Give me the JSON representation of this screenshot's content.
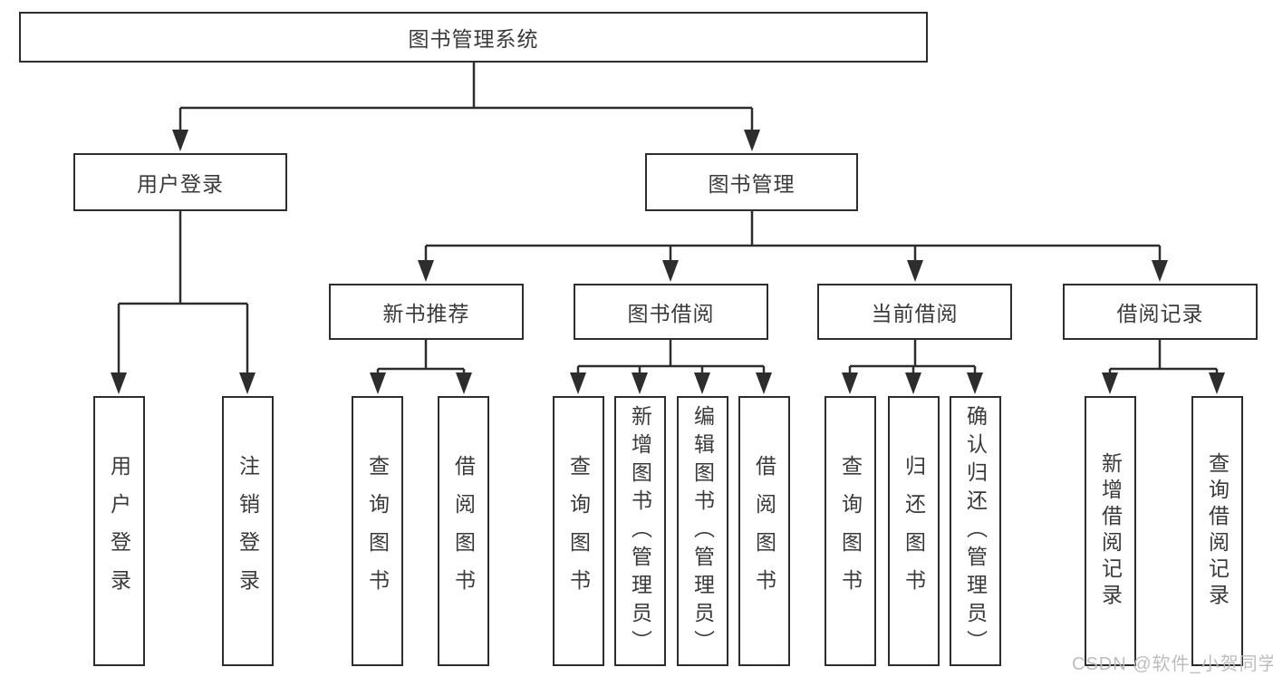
{
  "diagram": {
    "type": "hierarchy-tree",
    "root": {
      "label": "图书管理系统",
      "children": [
        {
          "label": "用户登录",
          "children": [
            {
              "label": "用户登录"
            },
            {
              "label": "注销登录"
            }
          ]
        },
        {
          "label": "图书管理",
          "children": [
            {
              "label": "新书推荐",
              "children": [
                {
                  "label": "查询图书"
                },
                {
                  "label": "借阅图书"
                }
              ]
            },
            {
              "label": "图书借阅",
              "children": [
                {
                  "label": "查询图书"
                },
                {
                  "label": "新增图书（管理员）"
                },
                {
                  "label": "编辑图书（管理员）"
                },
                {
                  "label": "借阅图书"
                }
              ]
            },
            {
              "label": "当前借阅",
              "children": [
                {
                  "label": "查询图书"
                },
                {
                  "label": "归还图书"
                },
                {
                  "label": "确认归还（管理员）"
                }
              ]
            },
            {
              "label": "借阅记录",
              "children": [
                {
                  "label": "新增借阅记录"
                },
                {
                  "label": "查询借阅记录"
                }
              ]
            }
          ]
        }
      ]
    },
    "colors": {
      "line": "#2d2d2d",
      "box_border": "#2d2d2d",
      "text": "#3a3a3a",
      "background": "#ffffff",
      "watermark": "#b9b9b9"
    }
  },
  "watermark": {
    "text": "CSDN @软件_小贺同学"
  }
}
